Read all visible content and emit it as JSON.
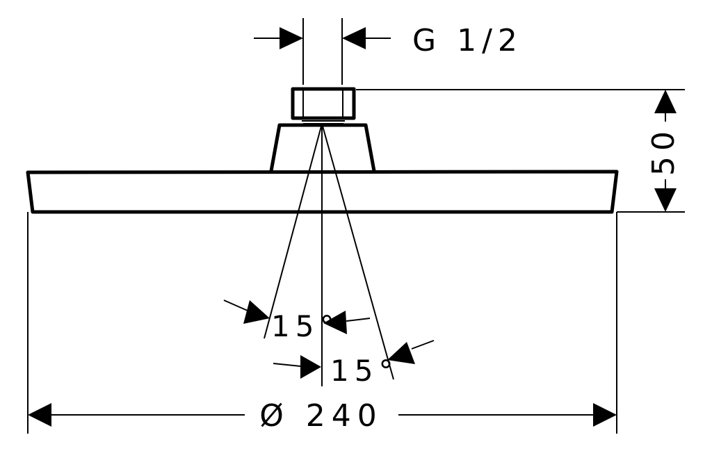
{
  "drawing": {
    "title": "",
    "labels": {
      "thread": "G 1/2",
      "height": "50",
      "angle_upper": "15°",
      "angle_lower": "15°",
      "diameter": "Ø 240"
    },
    "colors": {
      "line": "#000000",
      "background": "#ffffff"
    }
  }
}
